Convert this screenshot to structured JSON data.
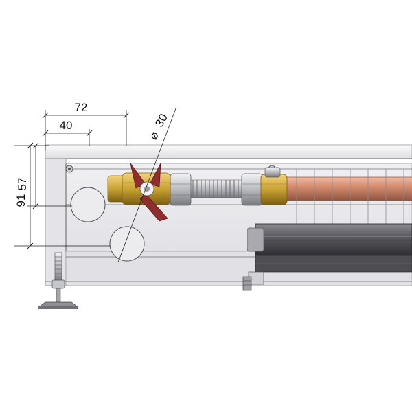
{
  "dimensions": {
    "width_72": "72",
    "width_40": "40",
    "diameter_30": "30",
    "diameter_symbol": "⌀",
    "height_91": "91",
    "height_57": "57"
  },
  "colors": {
    "housing_fill": "#e9e9ec",
    "housing_edge": "#9a9aa0",
    "trim_fill": "#f4f4f6",
    "brass": "#c9a233",
    "brass_dark": "#8a6a18",
    "copper": "#d0876a",
    "copper_dark": "#9c5e45",
    "valve_handle": "#8e2e2e",
    "steel": "#b9babf",
    "heat_exchanger": "#4d4d52"
  }
}
